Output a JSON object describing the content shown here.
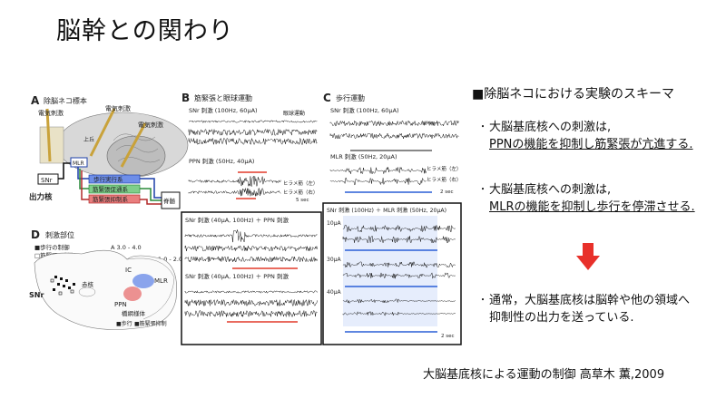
{
  "slide": {
    "title": "脳幹との関わり",
    "schema_heading": "■除脳ネコにおける実験のスキーマ",
    "bullets": [
      {
        "line1": "大脳基底核への刺激は,",
        "line2": "PPNの機能を抑制し筋緊張が亢進する."
      },
      {
        "line1": "大脳基底核への刺激は,",
        "line2": "MLRの機能を抑制し歩行を停滞させる."
      },
      {
        "line1": "通常，大脳基底核は脳幹や他の領域へ",
        "line2": "抑制性の出力を送っている."
      }
    ],
    "bullet_mark": "・",
    "arrow_color": "#e8302a",
    "citation": "大脳基底核による運動の制御 高草木 薫,2009"
  },
  "figure": {
    "panel_a": {
      "label": "A",
      "title": "除脳ネコ標本",
      "stim_labels": [
        "電気刺激",
        "電気刺激",
        "電気刺激"
      ],
      "upper": "上丘",
      "snr": "SNr",
      "mlr": "MLR",
      "output": "出力核",
      "boxes": [
        "歩行実行系",
        "筋緊張促通系",
        "筋緊張抑制系"
      ],
      "spinal": "脊髄"
    },
    "panel_d": {
      "label": "D",
      "title": "刺激部位",
      "legend": [
        "■歩行の制御",
        "□筋緊張の制御"
      ],
      "coords": [
        "A 3.0 - 4.0",
        "P 1.0 - 2.0"
      ],
      "labels": [
        "IC",
        "MLR",
        "PPN",
        "SNr",
        "赤核",
        "橋網様体"
      ],
      "bottom_legend": [
        "■歩行",
        "■筋緊張抑制"
      ]
    },
    "panel_b": {
      "label": "B",
      "title": "筋緊張と眼球運動",
      "rows": [
        {
          "id": "a",
          "caption": "SNr 刺激 (100Hz, 60μA)",
          "side": "眼球運動"
        },
        {
          "id": "b",
          "caption": "PPN 刺激 (50Hz, 40μA)",
          "side": "ヒラメ筋（左）"
        },
        {
          "id": "c",
          "caption": "SNr 刺激 (40μA, 100Hz) ＋ PPN 刺激",
          "side": "ヒラメ筋（右）"
        },
        {
          "id": "d",
          "caption": "SNr 刺激 (40μA, 100Hz) ＋ PPN 刺激",
          "side": ""
        }
      ],
      "scale": "5 sec"
    },
    "panel_c": {
      "label": "C",
      "title": "歩行運動",
      "rows": [
        {
          "id": "a",
          "caption": "SNr 刺激 (100Hz, 60μA)"
        },
        {
          "id": "b",
          "caption": "MLR 刺激 (50Hz, 20μA)"
        },
        {
          "id": "c",
          "caption": "SNr 刺激 (100Hz) ＋ MLR 刺激 (50Hz, 20μA)"
        }
      ],
      "side_labels": [
        "ヒラメ筋（左）",
        "ヒラメ筋（右）"
      ],
      "currents": [
        "10μA",
        "30μA",
        "40μA"
      ],
      "scale": "2 sec"
    }
  }
}
